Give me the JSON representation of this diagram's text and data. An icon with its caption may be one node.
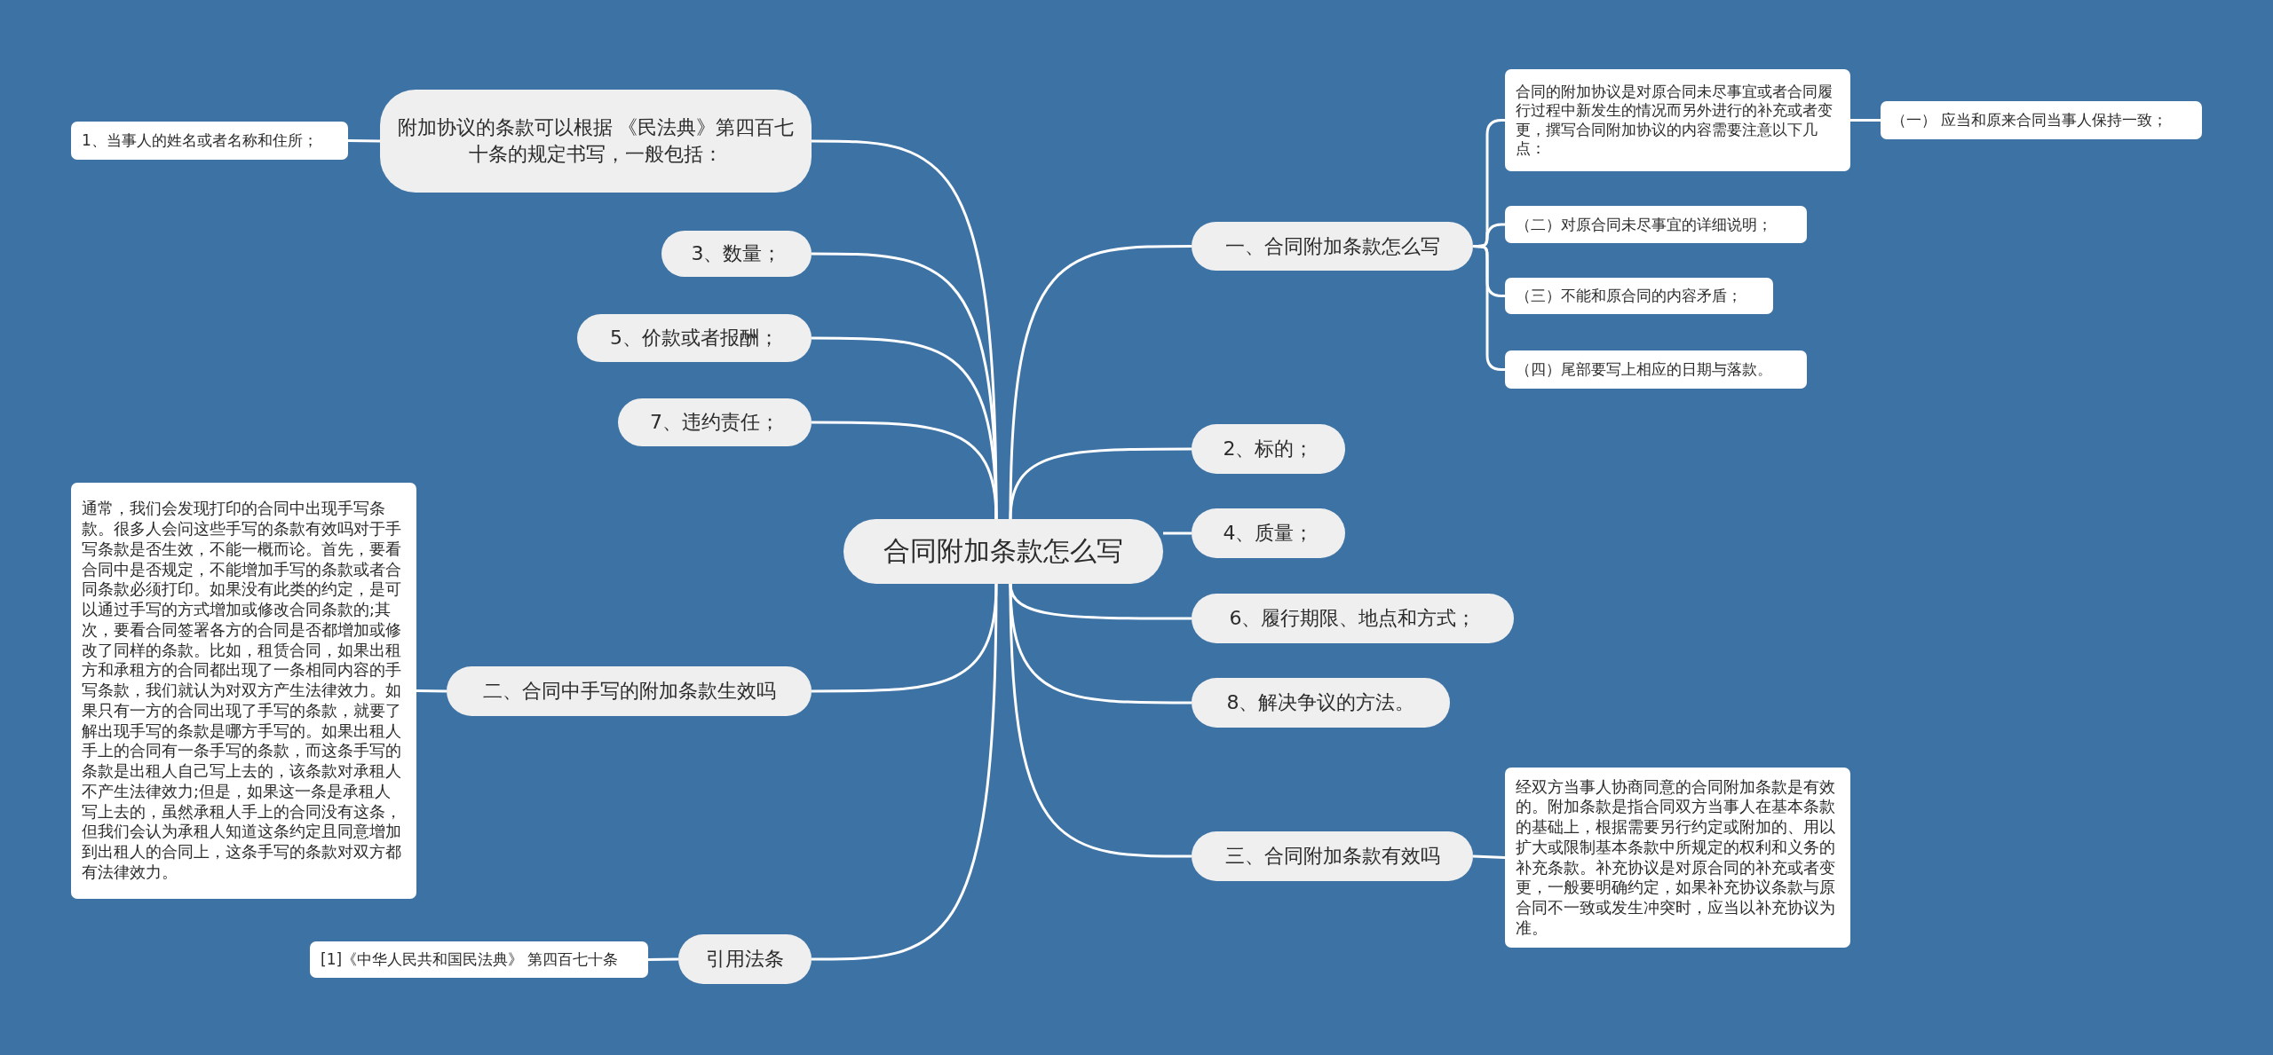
{
  "diagram": {
    "nodes": [
      {
        "text": [
          "合同附加条款怎么写"
        ]
      },
      {
        "text": [
          "附加协议的条款可以根据 《民法典》第四百七十条的规定书写，一般包括："
        ]
      },
      {
        "text": [
          "1、当事人的姓名或者名称和住所；"
        ]
      },
      {
        "text": [
          "3、数量；"
        ]
      },
      {
        "text": [
          "5、价款或者报酬；"
        ]
      },
      {
        "text": [
          "7、违约责任；"
        ]
      },
      {
        "text": [
          "二、合同中手写的附加条款生效吗"
        ]
      },
      {
        "text": [
          "通常，我们会发现打印的合同中出现手写条款。很多人会问这些手写的条款有效吗对于手写条款是否生效，不能一概而论。首先，要看合同中是否规定，不能增加手写的条款或者合同条款必须打印。如果没有此类的约定，是可以通过手写的方式增加或修改合同条款的;其次，要看合同签署各方的合同是否都增加或修改了同样的条款。比如，租赁合同，如果出租方和承租方的合同都出现了一条相同内容的手写条款，我们就认为对双方产生法律效力。如果只有一方的合同出现了手写的条款，就要了解出现手写的条款是哪方手写的。如果出租人手上的合同有一条手写的条款，而这条手写的条款是出租人自己写上去的，该条款对承租人不产生法律效力;但是，如果这一条是承租人写上去的，虽然承租人手上的合同没有这条，但我们会认为承租人知道这条约定且同意增加到出租人的合同上，这条手写的条款对双方都有法律效力。"
        ]
      },
      {
        "text": [
          "引用法条"
        ]
      },
      {
        "text": [
          "[1]《中华人民共和国民法典》 第四百七十条"
        ]
      },
      {
        "text": [
          "一、合同附加条款怎么写"
        ]
      },
      {
        "text": [
          "合同的附加协议是对原合同未尽事宜或者合同履行过程中新发生的情况而另外进行的补充或者变更，撰写合同附加协议的内容需要注意以下几点："
        ]
      },
      {
        "text": [
          "（一） 应当和原来合同当事人保持一致；"
        ]
      },
      {
        "text": [
          "（二）对原合同未尽事宜的详细说明；"
        ]
      },
      {
        "text": [
          "（三）不能和原合同的内容矛盾；"
        ]
      },
      {
        "text": [
          "（四）尾部要写上相应的日期与落款。"
        ]
      },
      {
        "text": [
          "2、标的；"
        ]
      },
      {
        "text": [
          "4、质量；"
        ]
      },
      {
        "text": [
          "6、履行期限、地点和方式；"
        ]
      },
      {
        "text": [
          "8、解决争议的方法。"
        ]
      },
      {
        "text": [
          "三、合同附加条款有效吗"
        ]
      },
      {
        "text": [
          "经双方当事人协商同意的合同附加条款是有效的。附加条款是指合同双方当事人在基本条款的基础上，根据需要另行约定或附加的、用以扩大或限制基本条款中所规定的权利和义务的补充条款。补充协议是对原合同的补充或者变更，一般要明确约定，如果补充协议条款与原合同不一致或发生冲突时，应当以补充协议为准。"
        ]
      }
    ],
    "edges": [
      {
        "from": 0,
        "to": 1,
        "arrow": "none"
      },
      {
        "from": 1,
        "to": 2,
        "arrow": "none"
      },
      {
        "from": 0,
        "to": 3,
        "arrow": "none"
      },
      {
        "from": 0,
        "to": 4,
        "arrow": "none"
      },
      {
        "from": 0,
        "to": 5,
        "arrow": "none"
      },
      {
        "from": 0,
        "to": 6,
        "arrow": "none"
      },
      {
        "from": 6,
        "to": 7,
        "arrow": "none"
      },
      {
        "from": 0,
        "to": 8,
        "arrow": "none"
      },
      {
        "from": 8,
        "to": 9,
        "arrow": "none"
      },
      {
        "from": 0,
        "to": 10,
        "arrow": "none"
      },
      {
        "from": 10,
        "to": 11,
        "arrow": "none"
      },
      {
        "from": 11,
        "to": 12,
        "arrow": "none"
      },
      {
        "from": 10,
        "to": 13,
        "arrow": "none"
      },
      {
        "from": 10,
        "to": 14,
        "arrow": "none"
      },
      {
        "from": 10,
        "to": 15,
        "arrow": "none"
      },
      {
        "from": 0,
        "to": 16,
        "arrow": "none"
      },
      {
        "from": 0,
        "to": 17,
        "arrow": "none"
      },
      {
        "from": 0,
        "to": 18,
        "arrow": "none"
      },
      {
        "from": 0,
        "to": 19,
        "arrow": "none"
      },
      {
        "from": 0,
        "to": 20,
        "arrow": "none"
      },
      {
        "from": 20,
        "to": 21,
        "arrow": "none"
      }
    ]
  }
}
